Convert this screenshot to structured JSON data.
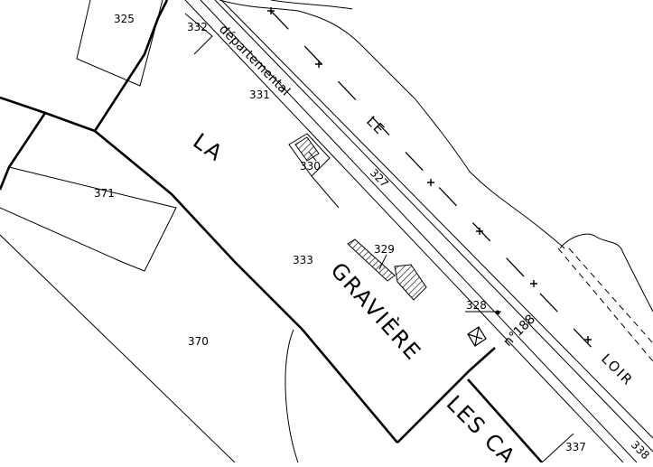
{
  "colors": {
    "ink": "#000000",
    "paper": "#ffffff"
  },
  "localities": {
    "la": "LA",
    "graviere": "GRAVIÈRE",
    "les_ca": "LES CA"
  },
  "river": {
    "le": "LE",
    "loir": "LOIR"
  },
  "road": {
    "departemental": "départemental",
    "number": "n°188"
  },
  "parcels": {
    "p325": "325",
    "p332": "332",
    "p331": "331",
    "p330": "330",
    "p327": "327",
    "p329": "329",
    "p328": "328",
    "p333": "333",
    "p371": "371",
    "p370": "370",
    "p337": "337",
    "p338": "338"
  }
}
